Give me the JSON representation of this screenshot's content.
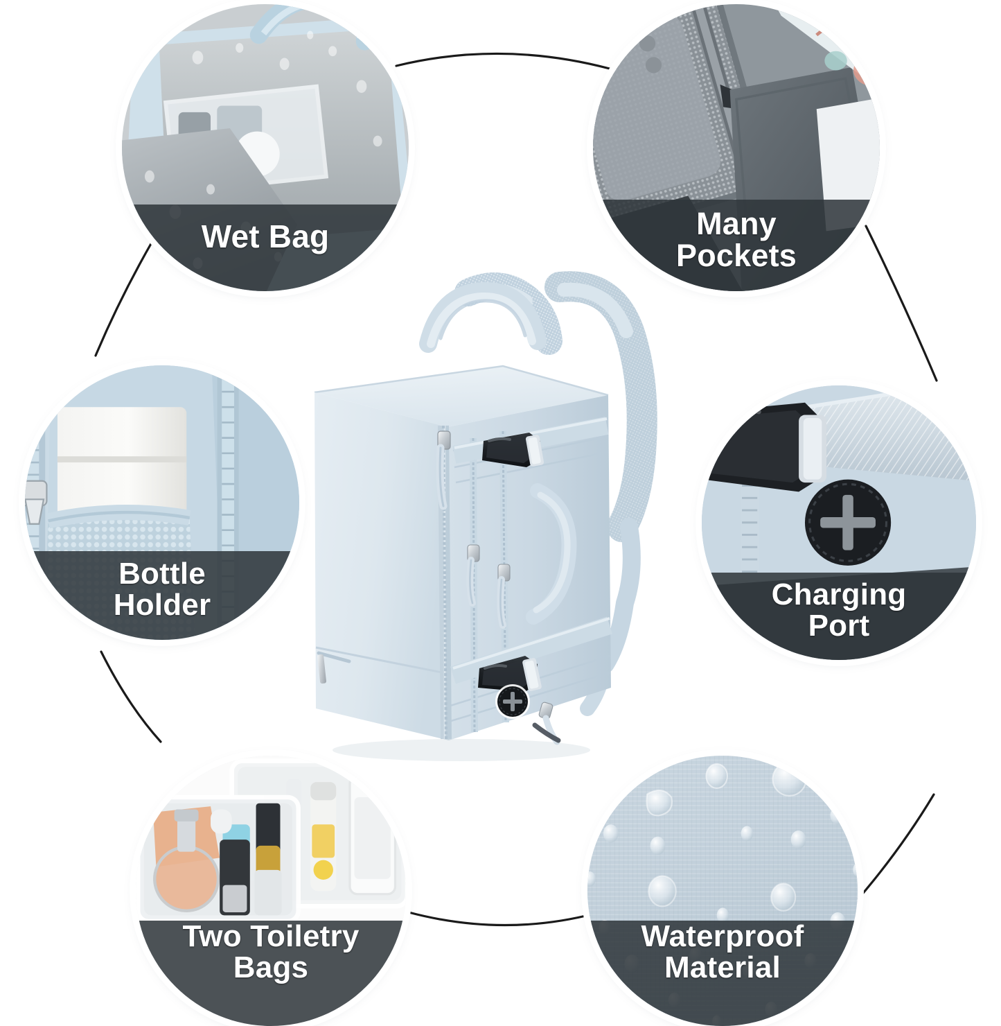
{
  "product": {
    "name": "travel-backpack",
    "color_name": "light blue",
    "body_color": "#dbe4eb",
    "accent_color": "#c3d2dd",
    "hardware_color": "#23272b",
    "zipper_color": "#cfd9e2"
  },
  "theme": {
    "background": "#ffffff",
    "band_color": "#2f353a",
    "band_text_color": "#ffffff",
    "connector_color": "#1a1a1a",
    "ring_color": "#ffffff"
  },
  "features": [
    {
      "id": "wet-bag",
      "label": "Wet Bag",
      "position": "top-left",
      "photo_desc": "light blue wet bag opened showing gray waterproof lining with water droplets and a clear pouch inside"
    },
    {
      "id": "many-pockets",
      "label": "Many\nPockets",
      "position": "top-right",
      "photo_desc": "gray mesh interior pockets holding a phone, documents and a floral pouch"
    },
    {
      "id": "bottle-holder",
      "label": "Bottle\nHolder",
      "position": "left",
      "photo_desc": "white thermos bottle tucked into light blue side mesh pocket with zipper"
    },
    {
      "id": "charging-port",
      "label": "Charging\nPort",
      "position": "right",
      "photo_desc": "black side-release buckle on light blue webbing strap beside a round black USB charging port"
    },
    {
      "id": "two-toiletry-bags",
      "label": "Two Toiletry\nBags",
      "position": "bottom-left",
      "photo_desc": "two clear transparent toiletry pouches filled with perfume, cosmetics and travel bottles"
    },
    {
      "id": "waterproof-material",
      "label": "Waterproof\nMaterial",
      "position": "bottom-right",
      "photo_desc": "close-up of light blue-gray fabric beaded with water droplets"
    }
  ],
  "connectors": [
    {
      "from": "wet-bag",
      "to": "many-pockets",
      "shape": "arc-top"
    },
    {
      "from": "wet-bag",
      "to": "bottle-holder",
      "shape": "arc-left-upper"
    },
    {
      "from": "bottle-holder",
      "to": "two-toiletry-bags",
      "shape": "arc-left-lower"
    },
    {
      "from": "two-toiletry-bags",
      "to": "waterproof-material",
      "shape": "arc-bottom"
    },
    {
      "from": "waterproof-material",
      "to": "charging-port",
      "shape": "arc-right-lower"
    },
    {
      "from": "charging-port",
      "to": "many-pockets",
      "shape": "arc-right-upper"
    }
  ]
}
